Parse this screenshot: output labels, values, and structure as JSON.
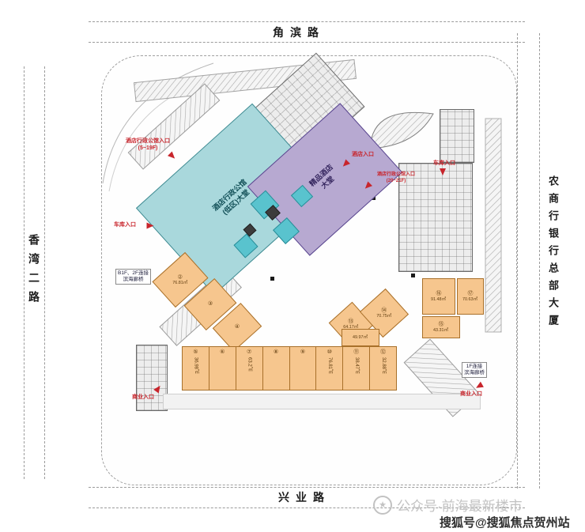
{
  "roads": {
    "top": "角滨路",
    "bottom": "兴业路",
    "left": "香湾二路",
    "right": "农商行银行总部大厦"
  },
  "buildings": {
    "apartment_lobby": "酒店行政公馆\n(低区)大堂",
    "hotel_lobby": "精品酒店\n大堂"
  },
  "entrances": {
    "apt_low": "酒店行政公馆入口\n(5~19F)",
    "hotel": "酒店入口",
    "apt_high": "酒店行政公馆入口\n(20~21F)",
    "garage_right": "车库入口",
    "garage_left": "车库入口",
    "retail_left": "商业入口",
    "retail_right": "商业入口"
  },
  "bridges": {
    "left": "B1F、2F连接\n滨海廊桥",
    "right": "1F连接\n滨海廊桥"
  },
  "shops": {
    "left": [
      {
        "no": "②",
        "area": "76.81㎡"
      },
      {
        "no": "③",
        "area": ""
      },
      {
        "no": "④",
        "area": ""
      }
    ],
    "right": [
      {
        "no": "⑬",
        "area": "64.17㎡"
      },
      {
        "no": "⑭",
        "area": "70.75㎡"
      },
      {
        "no": "⑮",
        "area": "43.31㎡"
      },
      {
        "no": "⑯",
        "area": "91.48㎡"
      },
      {
        "no": "⑰",
        "area": "70.63㎡"
      }
    ],
    "bottom": [
      {
        "no": "⑤",
        "area": "36.98㎡"
      },
      {
        "no": "⑥",
        "area": ""
      },
      {
        "no": "⑦",
        "area": "63.2㎡"
      },
      {
        "no": "⑧",
        "area": ""
      },
      {
        "no": "⑨",
        "area": ""
      },
      {
        "no": "⑩",
        "area": "76.81㎡"
      },
      {
        "no": "⑪",
        "area": "38.47㎡"
      },
      {
        "no": "⑫",
        "area": "32.88㎡"
      }
    ],
    "annex": {
      "no": "",
      "area": "49.97㎡"
    }
  },
  "watermark": {
    "center": "公众号·前海最新楼市",
    "corner": "搜狐号@搜狐焦点贺州站"
  },
  "colors": {
    "teal": "#a9d8dc",
    "purple": "#b7a9d1",
    "retail_orange": "#f6c68e",
    "entrance_red": "#c8252c"
  }
}
